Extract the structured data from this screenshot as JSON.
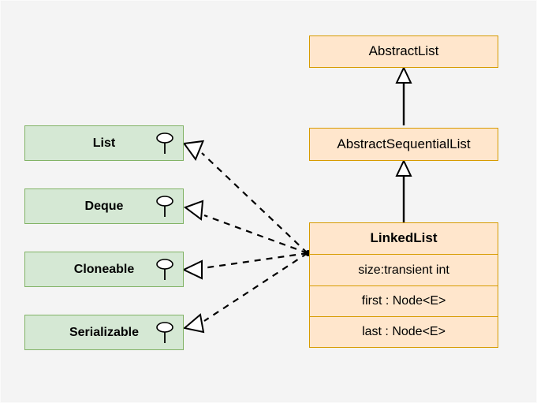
{
  "diagram": {
    "type": "uml-class-diagram",
    "background_color": "#f4f4f4",
    "class_fill": "#ffe6cc",
    "class_stroke": "#d79b00",
    "interface_fill": "#d5e8d4",
    "interface_stroke": "#82b366",
    "edge_color": "#000000"
  },
  "classes": {
    "abstract_list": {
      "title": "AbstractList",
      "attributes": []
    },
    "abstract_sequential_list": {
      "title": "AbstractSequentialList",
      "attributes": []
    },
    "linked_list": {
      "title": "LinkedList",
      "attributes": [
        "size:transient int",
        "first : Node<E>",
        "last : Node<E>"
      ]
    }
  },
  "interfaces": [
    {
      "name": "List",
      "icon": "interface-lollipop-icon"
    },
    {
      "name": "Deque",
      "icon": "interface-lollipop-icon"
    },
    {
      "name": "Cloneable",
      "icon": "interface-lollipop-icon"
    },
    {
      "name": "Serializable",
      "icon": "interface-lollipop-icon"
    }
  ],
  "relationships": [
    {
      "kind": "generalization",
      "style": "solid",
      "from": "AbstractSequentialList",
      "to": "AbstractList"
    },
    {
      "kind": "generalization",
      "style": "solid",
      "from": "LinkedList",
      "to": "AbstractSequentialList"
    },
    {
      "kind": "realization",
      "style": "dashed",
      "from": "LinkedList",
      "to": "List"
    },
    {
      "kind": "realization",
      "style": "dashed",
      "from": "LinkedList",
      "to": "Deque"
    },
    {
      "kind": "realization",
      "style": "dashed",
      "from": "LinkedList",
      "to": "Cloneable"
    },
    {
      "kind": "realization",
      "style": "dashed",
      "from": "LinkedList",
      "to": "Serializable"
    }
  ]
}
